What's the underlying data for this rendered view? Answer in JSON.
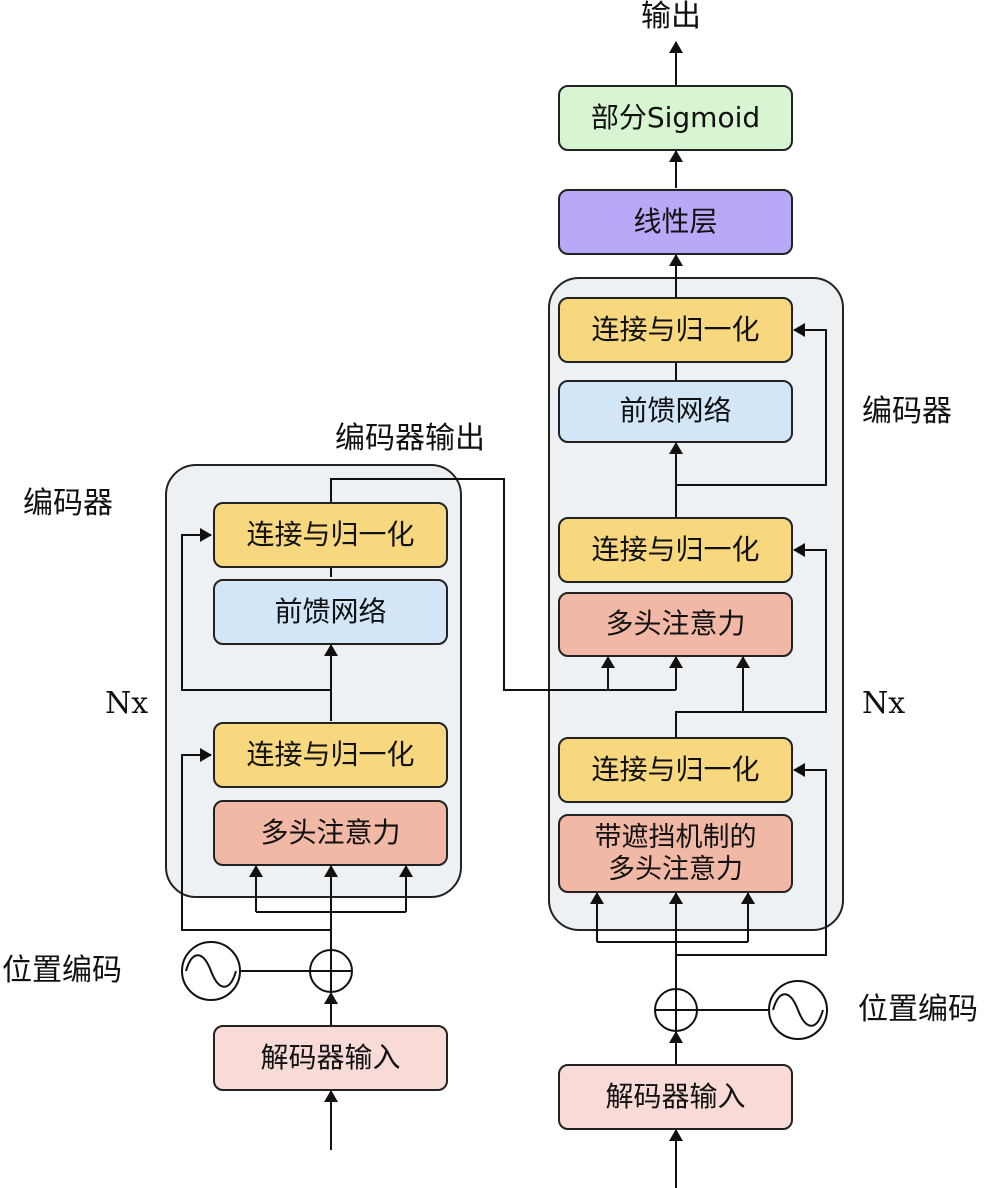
{
  "left": {
    "encoder_label": "编码器",
    "encoder_output_label": "编码器输出",
    "nx_label": "Nx",
    "add_norm_top": "连接与归一化",
    "feed_forward": "前馈网络",
    "add_norm_bottom": "连接与归一化",
    "multi_head_attention": "多头注意力",
    "positional_encoding": "位置编码",
    "decoder_input": "解码器输入"
  },
  "right": {
    "output_label": "输出",
    "partial_sigmoid": "部分Sigmoid",
    "linear_layer": "线性层",
    "encoder_label": "编码器",
    "nx_label": "Nx",
    "add_norm_top": "连接与归一化",
    "feed_forward": "前馈网络",
    "add_norm_mid": "连接与归一化",
    "multi_head_attention": "多头注意力",
    "add_norm_bottom": "连接与归一化",
    "masked_mha_line1": "带遮挡机制的",
    "masked_mha_line2": "多头注意力",
    "positional_encoding": "位置编码",
    "decoder_input": "解码器输入"
  },
  "colors": {
    "add_norm": "#f8d87f",
    "feed_forward": "#d2e6f8",
    "attention": "#f2b8a6",
    "input": "#f8dad6",
    "linear": "#b9a7f7",
    "sigmoid": "#d6f5d0",
    "block_background": "#eef1f4"
  },
  "icons": [
    "sine-wave-icon",
    "add-circle-icon"
  ]
}
